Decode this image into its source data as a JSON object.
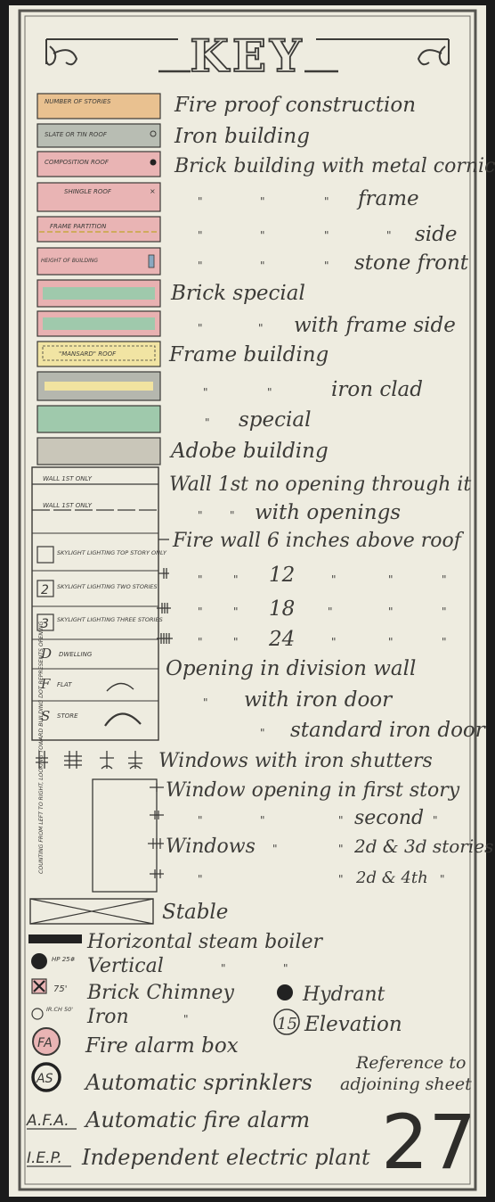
{
  "title": "KEY",
  "legend": [
    {
      "label": "Fire proof construction",
      "swatch_text": "NUMBER OF STORIES",
      "color": "#e9c190"
    },
    {
      "label": "Iron building",
      "swatch_text": "SLATE OR TIN ROOF",
      "color": "#b8bdb3"
    },
    {
      "label": "Brick building with metal cornice",
      "swatch_text": "COMPOSITION ROOF",
      "color": "#e9b4b4"
    },
    {
      "label": "frame",
      "swatch_text": "SHINGLE ROOF",
      "color": "#e9b4b4"
    },
    {
      "label": "side",
      "swatch_text": "FRAME PARTITION",
      "color": "#e9b4b4"
    },
    {
      "label": "stone front",
      "swatch_text": "HEIGHT OF BUILDING",
      "color": "#e9b4b4"
    },
    {
      "label": "Brick special",
      "swatch_text": "",
      "color": "#e8b1b1"
    },
    {
      "label": "with frame side",
      "swatch_text": "",
      "color": "#e8b1b1"
    },
    {
      "label": "Frame building",
      "swatch_text": "\"MANSARD\" ROOF",
      "color": "#f1e4a3"
    },
    {
      "label": "iron clad",
      "swatch_text": "",
      "color": "#b5b7ae"
    },
    {
      "label": "special",
      "swatch_text": "",
      "color": "#9fc9ac"
    },
    {
      "label": "Adobe building",
      "swatch_text": "",
      "color": "#c9c6b9"
    }
  ],
  "walls": [
    {
      "label": "Wall 1st no opening through it",
      "swatch_text": "WALL 1ST ONLY"
    },
    {
      "label": "with openings",
      "swatch_text": "WALL 1ST ONLY"
    }
  ],
  "fire_walls": [
    {
      "label": "Fire wall 6 inches above roof",
      "height": "6"
    },
    {
      "label": "12",
      "height": "12"
    },
    {
      "label": "18",
      "height": "18"
    },
    {
      "label": "24",
      "height": "24"
    }
  ],
  "skylights": [
    {
      "number": "",
      "text": "SKYLIGHT LIGHTING TOP STORY ONLY"
    },
    {
      "number": "2",
      "text": "SKYLIGHT LIGHTING TWO STORIES"
    },
    {
      "number": "3",
      "text": "SKYLIGHT LIGHTING THREE STORIES"
    }
  ],
  "occupancy": [
    {
      "letter": "D",
      "text": "DWELLING"
    },
    {
      "letter": "F",
      "text": "FLAT"
    },
    {
      "letter": "S",
      "text": "STORE"
    }
  ],
  "openings": [
    {
      "label": "Opening in division wall"
    },
    {
      "label": "with iron door"
    },
    {
      "label": "standard iron door"
    }
  ],
  "windows": [
    {
      "label": "Windows with iron shutters"
    },
    {
      "label": "Window opening in first story"
    },
    {
      "label": "second"
    },
    {
      "label": "Windows"
    },
    {
      "label": "2d & 3d stories"
    },
    {
      "label": "2d & 4th"
    }
  ],
  "windows_note": "COUNTING FROM LEFT TO RIGHT, LOOKING TOWARD BUILDING DOT REPRESENTS OPENING",
  "stable": "Stable",
  "boilers": {
    "horizontal": "Horizontal steam boiler",
    "vertical": "Vertical",
    "vertical_sym": "HP 25#"
  },
  "chimneys": {
    "brick": "Brick Chimney",
    "brick_sym": "75'",
    "iron": "Iron",
    "iron_sym": "IR.CH 50'"
  },
  "hydrant": "Hydrant",
  "elevation": {
    "label": "Elevation",
    "value": "15"
  },
  "fire_alarm_box": {
    "label": "Fire alarm box",
    "abbr": "FA"
  },
  "sprinklers": {
    "label": "Automatic sprinklers",
    "abbr": "AS"
  },
  "afa": {
    "label": "Automatic fire alarm",
    "abbr": "A.F.A."
  },
  "iep": {
    "label": "Independent electric plant",
    "abbr": "I.E.P."
  },
  "reference": {
    "line1": "Reference to",
    "line2": "adjoining sheet",
    "number": "27"
  },
  "colors": {
    "paper": "#eeece0",
    "ink": "#3c3b38",
    "frame": "#55544f"
  }
}
